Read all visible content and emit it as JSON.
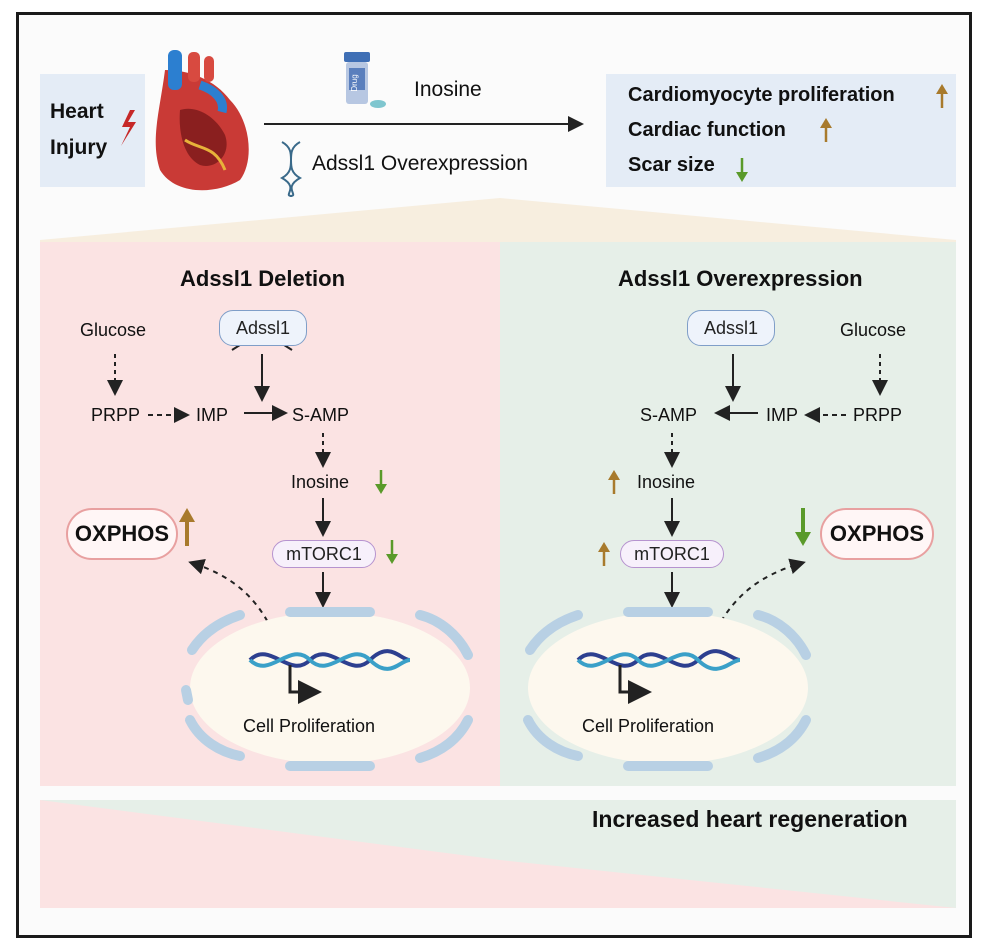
{
  "top": {
    "injury_line1": "Heart",
    "injury_line2": "Injury",
    "drug_label": "Drug",
    "treatment1": "Inosine",
    "treatment2": "Adssl1 Overexpression",
    "outcomes": [
      "Cardiomyocyte proliferation",
      "Cardiac function",
      "Scar size"
    ]
  },
  "left_panel": {
    "title": "Adssl1 Deletion",
    "glucose": "Glucose",
    "adssl1": "Adssl1",
    "prpp": "PRPP",
    "imp": "IMP",
    "samp": "S-AMP",
    "inosine": "Inosine",
    "mtorc1": "mTORC1",
    "oxphos": "OXPHOS",
    "cell_prolif": "Cell Proliferation"
  },
  "right_panel": {
    "title": "Adssl1 Overexpression",
    "glucose": "Glucose",
    "adssl1": "Adssl1",
    "prpp": "PRPP",
    "imp": "IMP",
    "samp": "S-AMP",
    "inosine": "Inosine",
    "mtorc1": "mTORC1",
    "oxphos": "OXPHOS",
    "cell_prolif": "Cell Proliferation"
  },
  "bottom": {
    "conclusion": "Increased heart regeneration"
  },
  "colors": {
    "up_arrow": "#a87a2c",
    "down_arrow": "#5a9a2a",
    "left_bg": "#fbe3e3",
    "right_bg": "#e6efe8"
  }
}
